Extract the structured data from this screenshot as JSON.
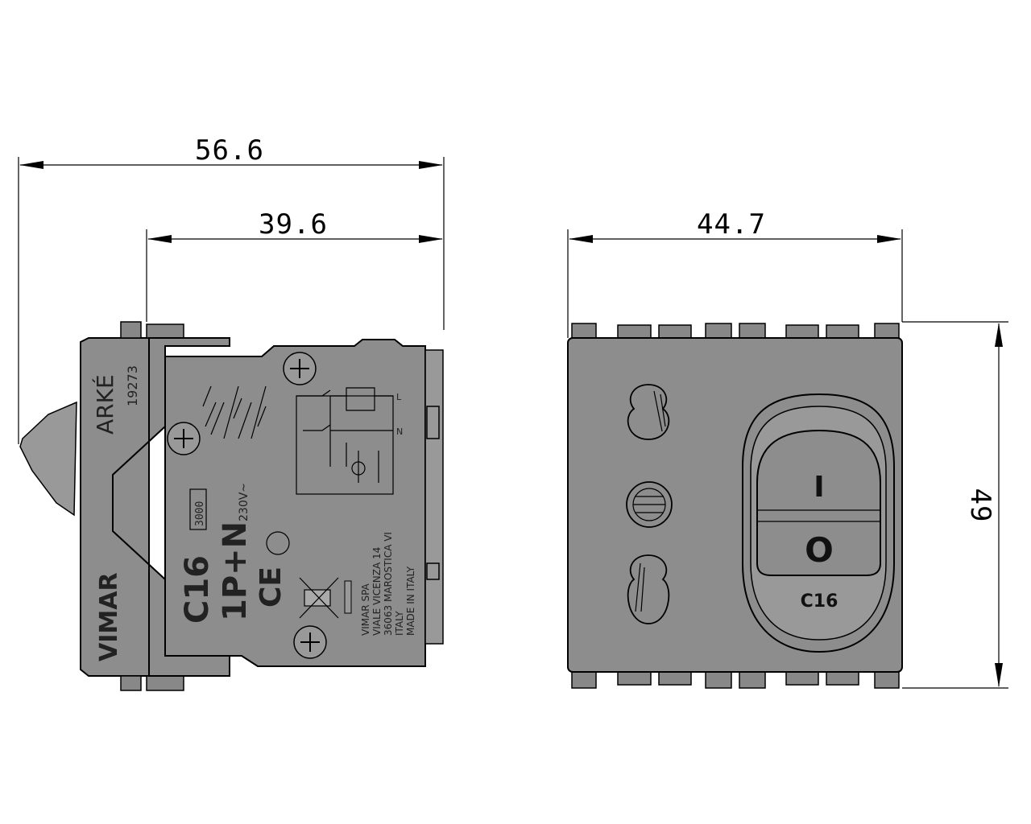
{
  "dimensions": {
    "side_total_width": "56.6",
    "side_body_width": "39.6",
    "front_width": "44.7",
    "front_height": "49"
  },
  "side_view": {
    "brand_top": "ARKÉ",
    "code": "19273",
    "brand_bottom": "VIMAR",
    "rating_box": "3000",
    "voltage": "230V~",
    "current": "C16",
    "poles": "1P+N",
    "ce_mark": "CE",
    "terminal_l": "L",
    "terminal_n": "N",
    "address": [
      "VIMAR SPA",
      "VIALE VICENZA 14",
      "36063 MAROSTICA VI",
      "ITALY",
      "MADE IN ITALY"
    ]
  },
  "front_view": {
    "on_symbol": "I",
    "off_symbol": "O",
    "rating": "C16"
  }
}
